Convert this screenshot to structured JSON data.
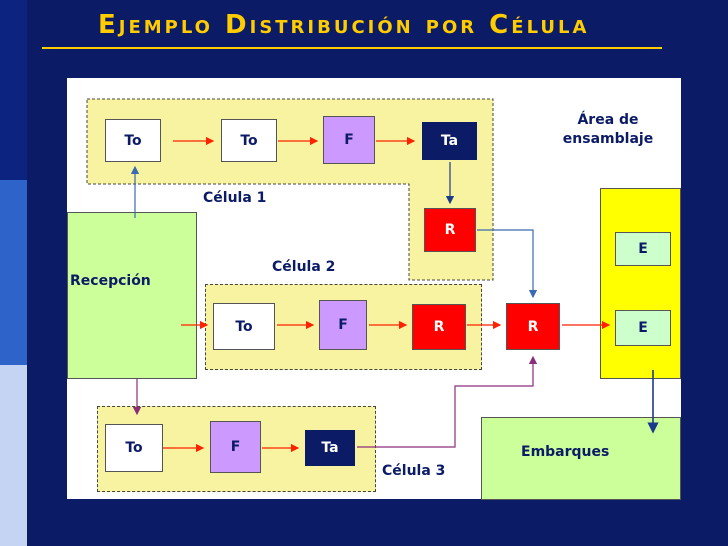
{
  "title": "Ejemplo Distribución por Célula",
  "colors": {
    "background": "#0b1b66",
    "title": "#ffcc00",
    "cell_fill": "#f7f3a1",
    "assembly_fill": "#ffff00",
    "green_fill": "#ccff99",
    "white_box": "#ffffff",
    "violet_box": "#cc99ff",
    "navy_box": "#0b1b66",
    "red_box": "#ff0000",
    "mint_box": "#ccffcc"
  },
  "cells": {
    "cell1": {
      "label": "Célula 1",
      "boxes": [
        "To",
        "To",
        "F",
        "Ta",
        "R"
      ]
    },
    "cell2": {
      "label": "Célula 2",
      "boxes": [
        "To",
        "F",
        "R"
      ]
    },
    "cell3": {
      "label": "Célula 3",
      "boxes": [
        "To",
        "F",
        "Ta"
      ]
    }
  },
  "r_shared": "R",
  "assembly": {
    "label": "Área de\nensamblaje",
    "boxes": [
      "E",
      "E"
    ]
  },
  "reception": {
    "label": "Recepción"
  },
  "shipping": {
    "label": "Embarques"
  }
}
